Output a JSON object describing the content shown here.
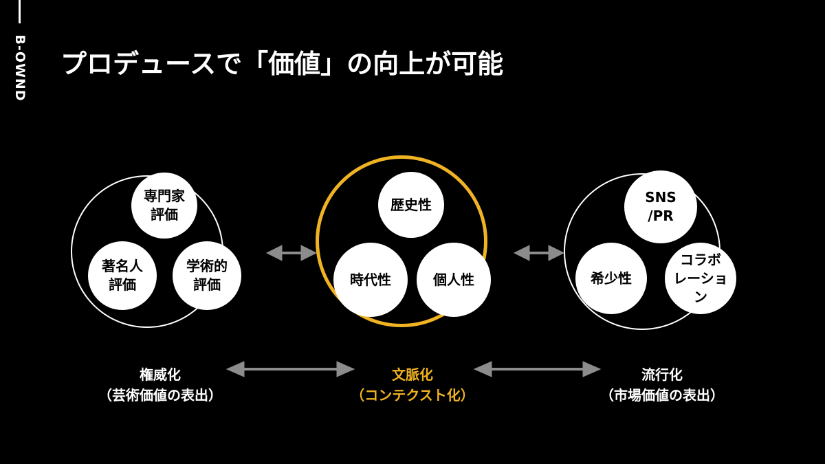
{
  "logo": "B-OWND",
  "title": "プロデュースで「価値」の向上が可能",
  "groups": [
    {
      "items": [
        "専門家\n評価",
        "著名人\n評価",
        "学術的\n評価"
      ],
      "label": "権威化",
      "sub": "（芸術価値の表出）"
    },
    {
      "items": [
        "歴史性",
        "時代性",
        "個人性"
      ],
      "label": "文脈化",
      "sub": "（コンテクスト化）"
    },
    {
      "items": [
        "SNS\n/PR",
        "希少性",
        "コラボ\nレーショ\nン"
      ],
      "label": "流行化",
      "sub": "（市場価値の表出）"
    }
  ],
  "colors": {
    "accent": "#f0b323",
    "arrow": "#8c8c8c"
  }
}
